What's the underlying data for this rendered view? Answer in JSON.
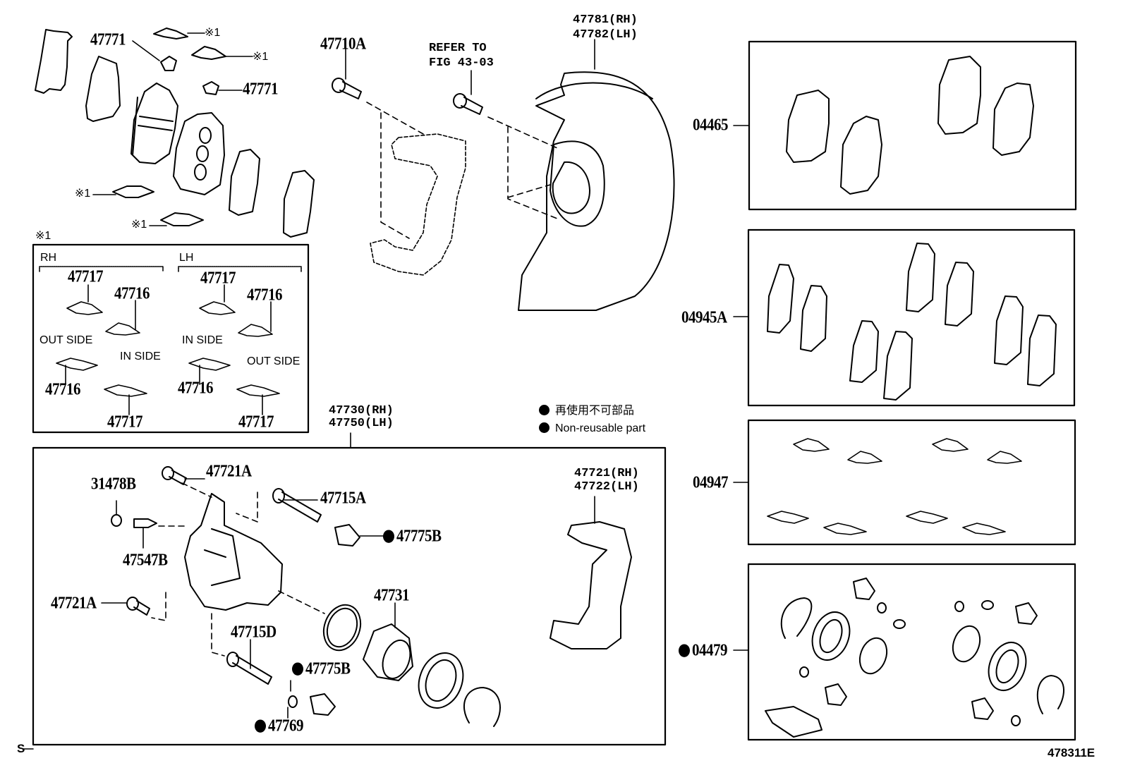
{
  "figure_id": "478311E",
  "corner_mark": "S",
  "legend": {
    "jp": "再使用不可部品",
    "en": "Non-reusable part"
  },
  "refer": {
    "line1": "REFER TO",
    "line2": "FIG 43-03"
  },
  "labels": {
    "p47771_a": "47771",
    "p47771_b": "47771",
    "note1_a": "※1",
    "note1_b": "※1",
    "note1_c": "※1",
    "note1_d": "※1",
    "p47710A": "47710A",
    "p47781": "47781(RH)",
    "p47782": "47782(LH)",
    "p47730": "47730(RH)",
    "p47750": "47750(LH)",
    "p47721A_top": "47721A",
    "p31478B": "31478B",
    "p47715A": "47715A",
    "p47775B_top": "47775B",
    "p47547B": "47547B",
    "p47721A_left": "47721A",
    "p47731": "47731",
    "p47715D": "47715D",
    "p47775B_bottom": "47775B",
    "p47769": "47769",
    "p47721": "47721(RH)",
    "p47722": "47722(LH)"
  },
  "inset": {
    "title": "※1",
    "rh": {
      "header": "RH",
      "part_top_a": "47717",
      "part_top_b": "47716",
      "side_a": "OUT SIDE",
      "side_b": "IN SIDE",
      "part_bottom_a": "47716",
      "part_bottom_b": "47717"
    },
    "lh": {
      "header": "LH",
      "part_top_a": "47717",
      "part_top_b": "47716",
      "side_a": "IN SIDE",
      "side_b": "OUT SIDE",
      "part_bottom_a": "47716",
      "part_bottom_b": "47717"
    }
  },
  "kits": [
    {
      "id": "04465",
      "non_reusable": false
    },
    {
      "id": "04945A",
      "non_reusable": false
    },
    {
      "id": "04947",
      "non_reusable": false
    },
    {
      "id": "04479",
      "non_reusable": true
    }
  ]
}
